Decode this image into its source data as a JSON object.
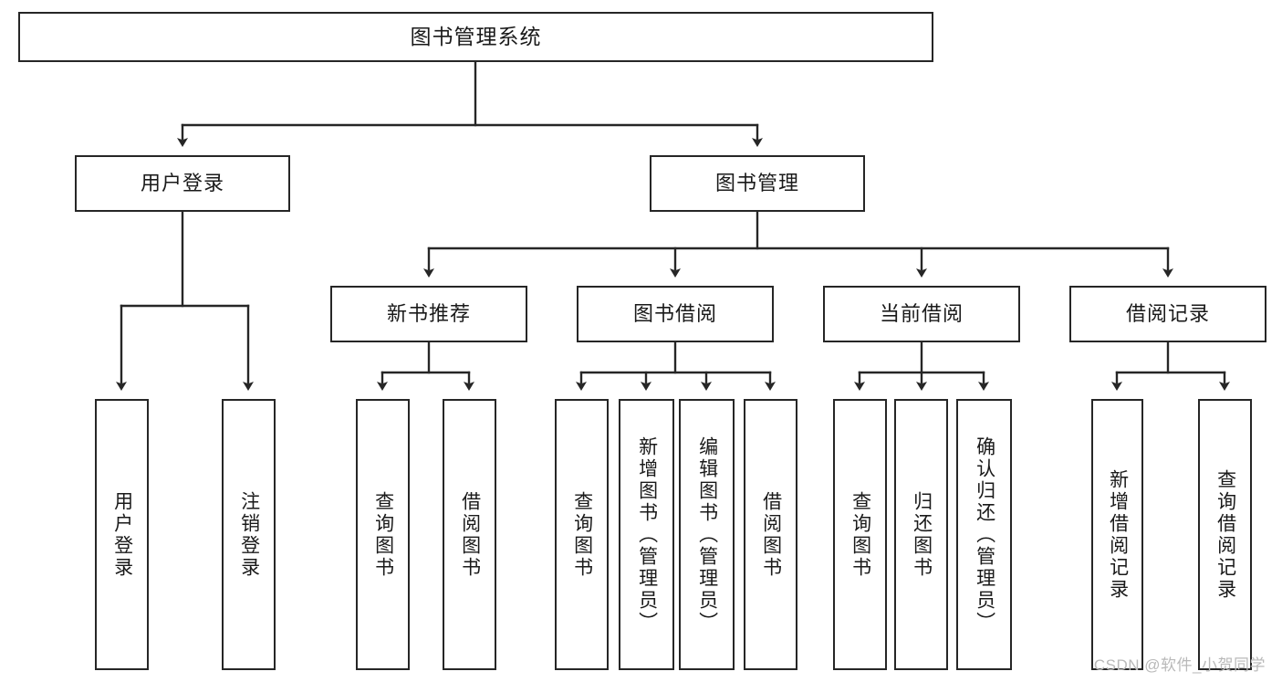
{
  "diagram": {
    "kind": "hierarchy-tree",
    "title": "图书管理系统",
    "watermark": "CSDN @软件_小贺同学",
    "colors": {
      "box_border": "#262626",
      "box_fill": "#ffffff",
      "line": "#262626",
      "text": "#1a1a1a",
      "watermark": "#b9b9b9",
      "background": "#ffffff"
    },
    "root": {
      "label": "图书管理系统"
    },
    "level2": [
      {
        "label": "用户登录"
      },
      {
        "label": "图书管理"
      }
    ],
    "level3": [
      {
        "label": "新书推荐"
      },
      {
        "label": "图书借阅"
      },
      {
        "label": "当前借阅"
      },
      {
        "label": "借阅记录"
      }
    ],
    "leaves": {
      "user_login": [
        {
          "label": "用户登录"
        },
        {
          "label": "注销登录"
        }
      ],
      "new_book_recommend": [
        {
          "label": "查询图书"
        },
        {
          "label": "借阅图书"
        }
      ],
      "book_borrow": [
        {
          "label": "查询图书"
        },
        {
          "label": "新增图书（管理员）"
        },
        {
          "label": "编辑图书（管理员）"
        },
        {
          "label": "借阅图书"
        }
      ],
      "current_borrow": [
        {
          "label": "查询图书"
        },
        {
          "label": "归还图书"
        },
        {
          "label": "确认归还（管理员）"
        }
      ],
      "borrow_record": [
        {
          "label": "新增借阅记录"
        },
        {
          "label": "查询借阅记录"
        }
      ]
    }
  }
}
